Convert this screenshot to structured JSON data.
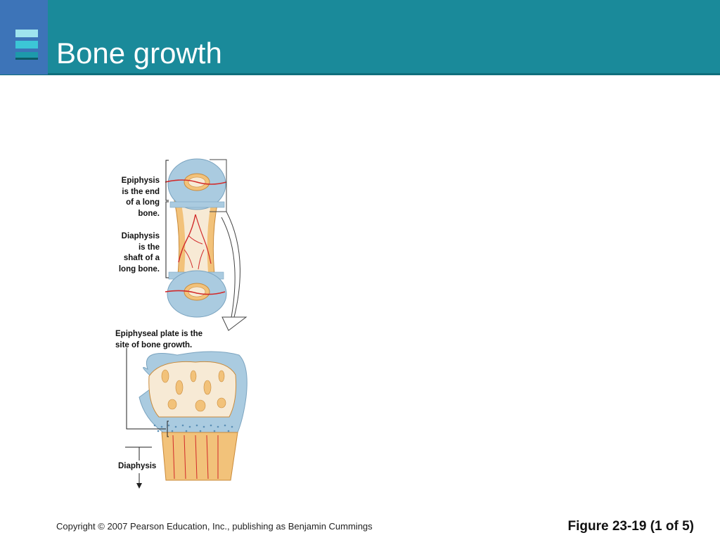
{
  "slide": {
    "title": "Bone growth"
  },
  "labels": {
    "epiphysis_lines": [
      "Epiphysis",
      "is the end",
      "of a long",
      "bone."
    ],
    "diaphysis_lines": [
      "Diaphysis",
      "is the",
      "shaft of a",
      "long bone."
    ],
    "plate_lines": [
      "Epiphyseal plate is the",
      "site of bone growth."
    ],
    "diaphysis_bottom": "Diaphysis"
  },
  "footer": {
    "copyright": "Copyright © 2007 Pearson Education, Inc., publishing as Benjamin Cummings",
    "figure": "Figure 23-19 (1 of 5)"
  },
  "colors": {
    "header": "#1a8a9a",
    "logo_block": "#3d74b8",
    "cartilage": "#aacbe0",
    "bone": "#f2c27a",
    "vessel": "#d22a2a"
  }
}
